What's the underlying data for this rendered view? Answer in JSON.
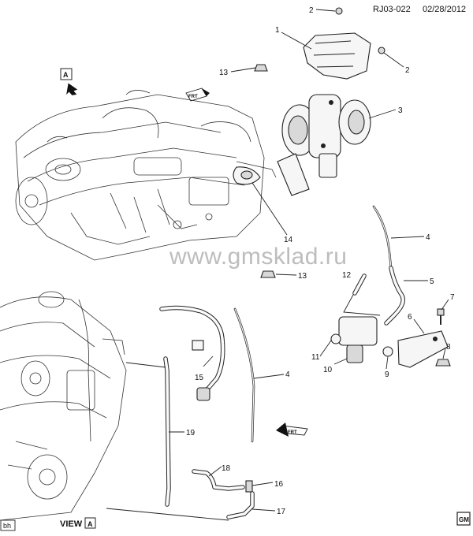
{
  "header": {
    "diagram_id": "RJ03-022",
    "date": "02/28/2012"
  },
  "watermark": "www.gmsklad.ru",
  "view": {
    "marker_letter": "A",
    "view_prefix": "VIEW",
    "view_letter": "A"
  },
  "corner": {
    "left_tag": "bh",
    "logo": "GM"
  },
  "front_indicator": "FRT",
  "callouts": [
    {
      "id": "c1",
      "text": "1"
    },
    {
      "id": "c2a",
      "text": "2"
    },
    {
      "id": "c2b",
      "text": "2"
    },
    {
      "id": "c3",
      "text": "3"
    },
    {
      "id": "c4a",
      "text": "4"
    },
    {
      "id": "c4b",
      "text": "4"
    },
    {
      "id": "c5",
      "text": "5"
    },
    {
      "id": "c6",
      "text": "6"
    },
    {
      "id": "c7",
      "text": "7"
    },
    {
      "id": "c8",
      "text": "8"
    },
    {
      "id": "c9",
      "text": "9"
    },
    {
      "id": "c10",
      "text": "10"
    },
    {
      "id": "c11",
      "text": "11"
    },
    {
      "id": "c12",
      "text": "12"
    },
    {
      "id": "c13a",
      "text": "13"
    },
    {
      "id": "c13b",
      "text": "13"
    },
    {
      "id": "c14",
      "text": "14"
    },
    {
      "id": "c15",
      "text": "15"
    },
    {
      "id": "c16",
      "text": "16"
    },
    {
      "id": "c17",
      "text": "17"
    },
    {
      "id": "c18",
      "text": "18"
    },
    {
      "id": "c19",
      "text": "19"
    }
  ]
}
